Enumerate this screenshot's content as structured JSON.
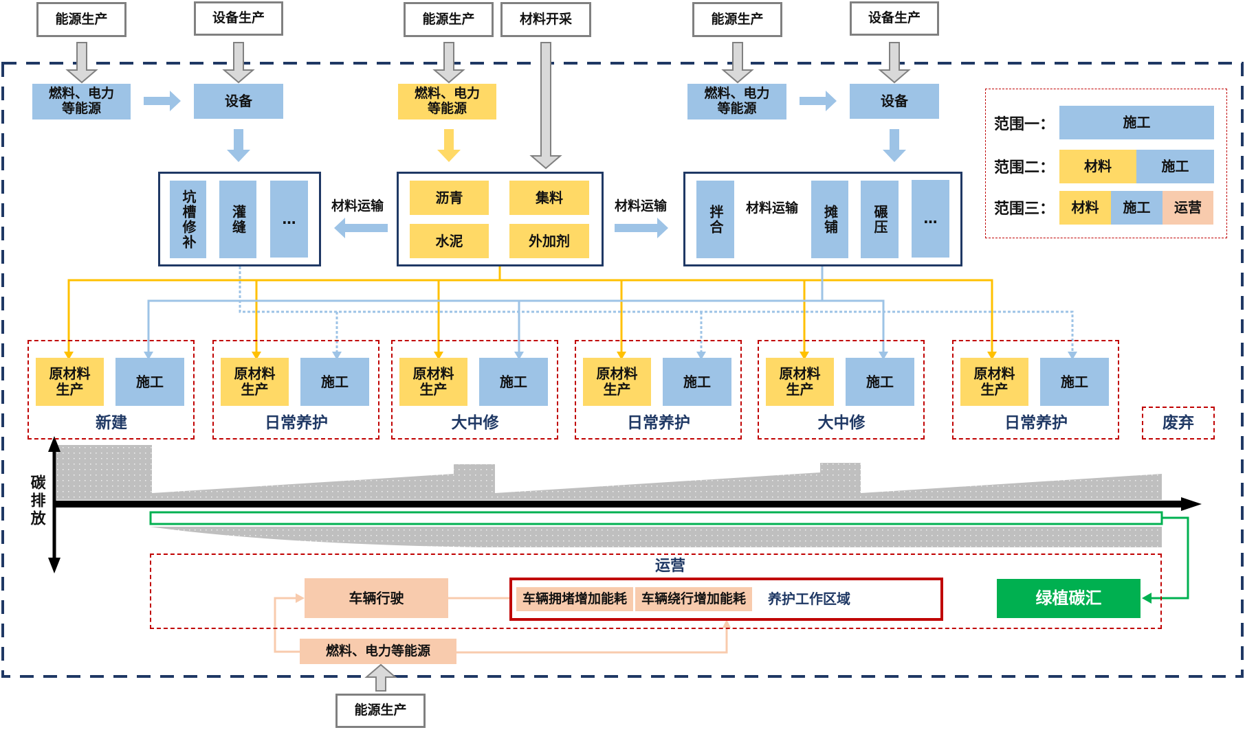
{
  "colors": {
    "material": "#FFD966",
    "construction": "#9DC3E6",
    "operation": "#F8CBAD",
    "carbon_sink": "#00B050",
    "frame": "#1F3864",
    "scope_border": "#C00000",
    "external": "#808080",
    "emission_fill": "#BFBFBF"
  },
  "external_sources": {
    "energy_production": "能源生产",
    "equipment_production": "设备生产",
    "material_mining": "材料开采"
  },
  "energy_block": "燃料、电力等能源",
  "energy_block_line1": "燃料、电力",
  "energy_block_line2": "等能源",
  "equipment": "设备",
  "material_transport": "材料运输",
  "maintenance_processes": [
    "坑槽修补",
    "灌缝",
    "…"
  ],
  "materials": [
    "沥青",
    "集料",
    "水泥",
    "外加剂"
  ],
  "construction_processes": [
    "拌合",
    "摊铺",
    "碾压",
    "…"
  ],
  "stage_items": {
    "raw_material": "原材料生产",
    "raw_material_line1": "原材料",
    "raw_material_line2": "生产",
    "construction": "施工"
  },
  "stages": [
    {
      "label": "新建"
    },
    {
      "label": "日常养护"
    },
    {
      "label": "大中修"
    },
    {
      "label": "日常养护"
    },
    {
      "label": "大中修"
    },
    {
      "label": "日常养护"
    }
  ],
  "disposal": "废弃",
  "legend": {
    "rows": [
      {
        "label": "范围一：",
        "segments": [
          "施工"
        ]
      },
      {
        "label": "范围二：",
        "segments": [
          "材料",
          "施工"
        ]
      },
      {
        "label": "范围三：",
        "segments": [
          "材料",
          "施工",
          "运营"
        ]
      }
    ]
  },
  "chart_axis_label": "碳排放",
  "operation": {
    "title": "运营",
    "vehicle_driving": "车辆行驶",
    "congestion": "车辆拥堵增加能耗",
    "detour": "车辆绕行增加能耗",
    "work_zone": "养护工作区域",
    "energy": "燃料、电力等能源",
    "carbon_sink": "绿植碳汇"
  }
}
